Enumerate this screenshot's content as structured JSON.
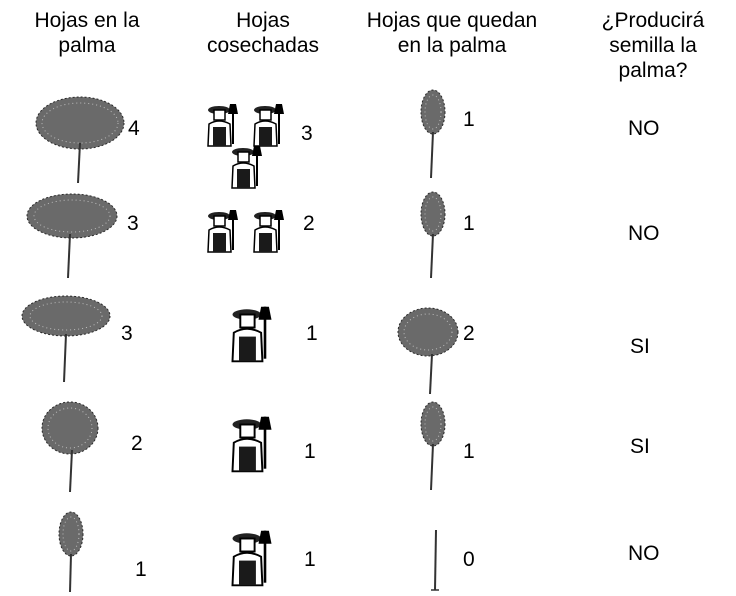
{
  "headers": {
    "col1": [
      "Hojas en la",
      "palma"
    ],
    "col2": [
      "Hojas",
      "cosechadas"
    ],
    "col3": [
      "Hojas que quedan",
      "en la palma"
    ],
    "col4": [
      "¿Producirá",
      "semilla la",
      "palma?"
    ]
  },
  "rows": [
    {
      "leaves_on_palm": "4",
      "leaves_harvested": "3",
      "leaves_remaining": "1",
      "seed": "NO"
    },
    {
      "leaves_on_palm": "3",
      "leaves_harvested": "2",
      "leaves_remaining": "1",
      "seed": "NO"
    },
    {
      "leaves_on_palm": "3",
      "leaves_harvested": "1",
      "leaves_remaining": "2",
      "seed": "SI"
    },
    {
      "leaves_on_palm": "2",
      "leaves_harvested": "1",
      "leaves_remaining": "1",
      "seed": "SI"
    },
    {
      "leaves_on_palm": "1",
      "leaves_harvested": "1",
      "leaves_remaining": "0",
      "seed": "NO"
    }
  ],
  "icons": {
    "palm": "palm-tree-icon",
    "harvester": "harvester-icon"
  },
  "colors": {
    "ink": "#000000",
    "foliage": "#555555"
  }
}
